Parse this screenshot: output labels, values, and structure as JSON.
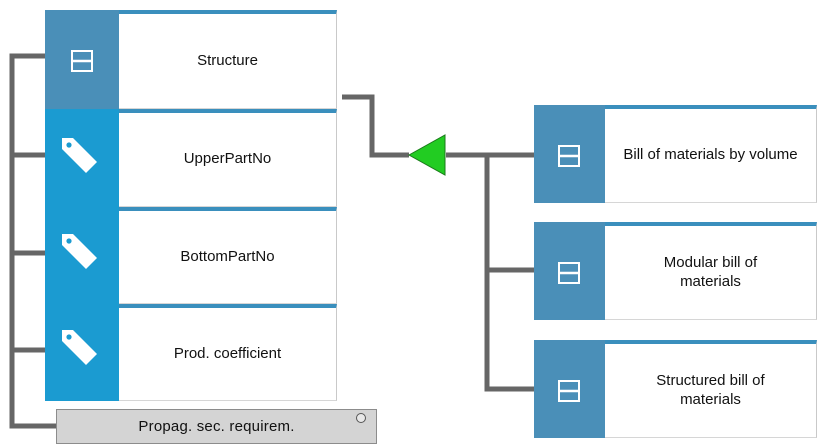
{
  "left_group": {
    "entity": {
      "label": "Structure",
      "icon": "table-icon"
    },
    "attributes": [
      {
        "label": "UpperPartNo",
        "icon": "tag-icon"
      },
      {
        "label": "BottomPartNo",
        "icon": "tag-icon"
      },
      {
        "label": "Prod. coefficient",
        "icon": "tag-icon"
      }
    ],
    "footer": {
      "label": "Propag. sec. requirem."
    }
  },
  "right_group": {
    "items": [
      {
        "label": "Bill of materials by volume",
        "icon": "table-icon"
      },
      {
        "label": "Modular bill of materials",
        "icon": "table-icon"
      },
      {
        "label": "Structured bill of materials",
        "icon": "table-icon"
      }
    ]
  },
  "connector": {
    "symbol": "triangle-left",
    "color": "#22cc22"
  }
}
